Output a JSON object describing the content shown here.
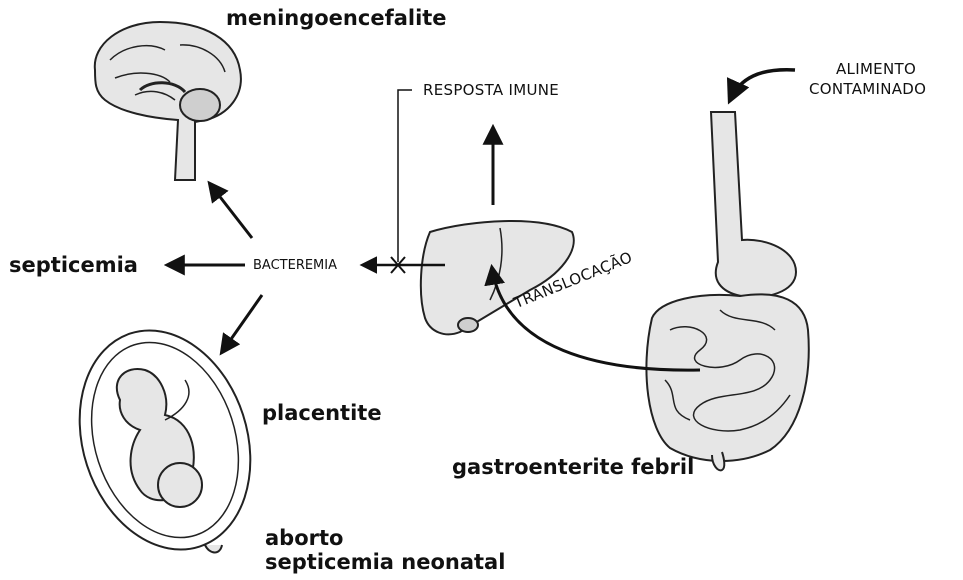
{
  "labels": {
    "meningoencefalite": "meningoencefalite",
    "septicemia": "septicemia",
    "bacteremia": "BACTEREMIA",
    "resposta_imune": "RESPOSTA IMUNE",
    "alimento_line1": "ALIMENTO",
    "alimento_line2": "CONTAMINADO",
    "translocacao": "TRANSLOCAÇÃO",
    "placentite": "placentite",
    "gastroenterite": "gastroenterite febril",
    "aborto": "aborto",
    "septicemia_neonatal": "septicemia neonatal"
  }
}
